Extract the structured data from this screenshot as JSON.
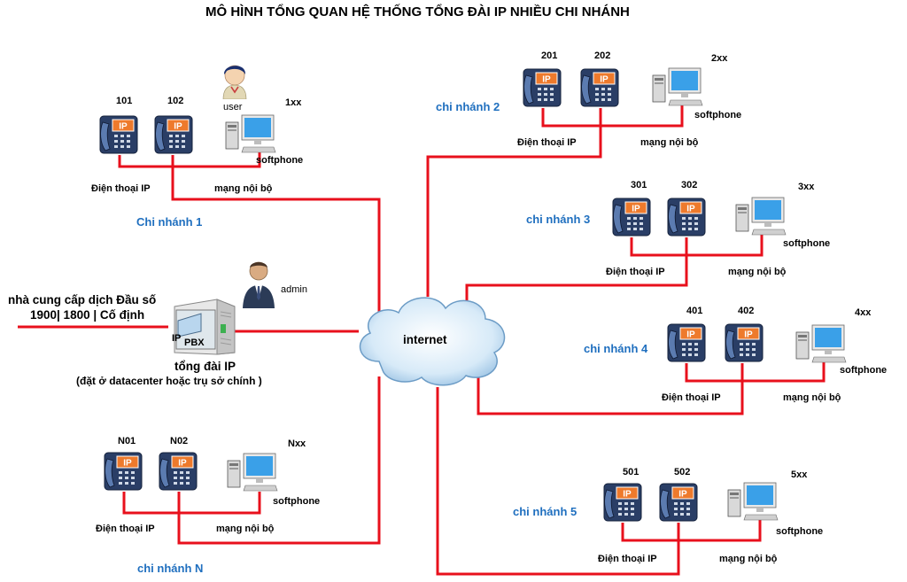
{
  "title": "MÔ HÌNH TỔNG QUAN HỆ THỐNG TỔNG ĐÀI IP NHIỀU CHI NHÁNH",
  "cloud_label": "internet",
  "pbx": {
    "device_text_ip": "IP",
    "device_text_pbx": "PBX",
    "name": "tổng đài IP",
    "location": "(đặt ở datacenter hoặc trụ sở chính )",
    "admin_label": "admin",
    "provider_line1": "nhà cung cấp dịch Đầu số",
    "provider_line2": "1900| 1800 | Cố định"
  },
  "phone_screen_text": "IP",
  "branches": [
    {
      "name": "Chi nhánh 1",
      "ext1": "101",
      "ext2": "102",
      "extx": "1xx",
      "phones_label": "Điện thoại IP",
      "lan_label": "mạng nội bộ",
      "softphone_label": "softphone",
      "user_label": "user"
    },
    {
      "name": "chi nhánh 2",
      "ext1": "201",
      "ext2": "202",
      "extx": "2xx",
      "phones_label": "Điện thoại IP",
      "lan_label": "mạng nội bộ",
      "softphone_label": "softphone"
    },
    {
      "name": "chi nhánh 3",
      "ext1": "301",
      "ext2": "302",
      "extx": "3xx",
      "phones_label": "Điện thoại IP",
      "lan_label": "mạng nội bộ",
      "softphone_label": "softphone"
    },
    {
      "name": "chi nhánh 4",
      "ext1": "401",
      "ext2": "402",
      "extx": "4xx",
      "phones_label": "Điện thoại IP",
      "lan_label": "mạng nội bộ",
      "softphone_label": "softphone"
    },
    {
      "name": "chi nhánh 5",
      "ext1": "501",
      "ext2": "502",
      "extx": "5xx",
      "phones_label": "Điện thoại IP",
      "lan_label": "mạng nội bộ",
      "softphone_label": "softphone"
    },
    {
      "name": "chi nhánh N",
      "ext1": "N01",
      "ext2": "N02",
      "extx": "Nxx",
      "phones_label": "Điện thoại IP",
      "lan_label": "mạng nội bộ",
      "softphone_label": "softphone"
    }
  ],
  "colors": {
    "link": "#e8101c",
    "branch_label": "#1f6fbf",
    "phone_body": "#2a3e66",
    "phone_screen": "#ee7a2c",
    "cloud": "#d7eaf8"
  }
}
